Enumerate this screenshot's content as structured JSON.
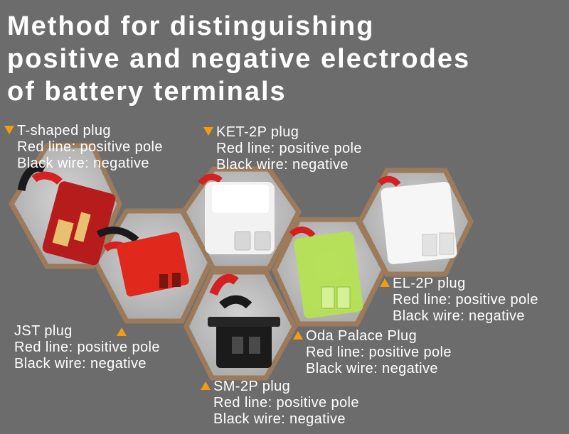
{
  "title": {
    "line1": "Method for distinguishing",
    "line2": "positive and negative electrodes",
    "line3": "of battery terminals"
  },
  "plugs": [
    {
      "name": "T-shaped plug",
      "red": "Red line: positive pole",
      "black": "Black wire: negative"
    },
    {
      "name": "KET-2P plug",
      "red": "Red line: positive pole",
      "black": "Black wire: negative"
    },
    {
      "name": "JST plug",
      "red": "Red line: positive pole",
      "black": "Black wire: negative"
    },
    {
      "name": "EL-2P plug",
      "red": "Red line: positive pole",
      "black": "Black wire: negative"
    },
    {
      "name": "Oda Palace Plug",
      "red": "Red line: positive pole",
      "black": "Black wire: negative"
    },
    {
      "name": "SM-2P plug",
      "red": "Red line: positive pole",
      "black": "Black wire: negative"
    }
  ],
  "colors": {
    "background": "#6c6c6c",
    "hex_border": "#9c7a5c",
    "hex_fill": "#b9b9b9",
    "marker": "#f39c12",
    "wire_red": "#d42020",
    "wire_black": "#1a1a1a"
  }
}
